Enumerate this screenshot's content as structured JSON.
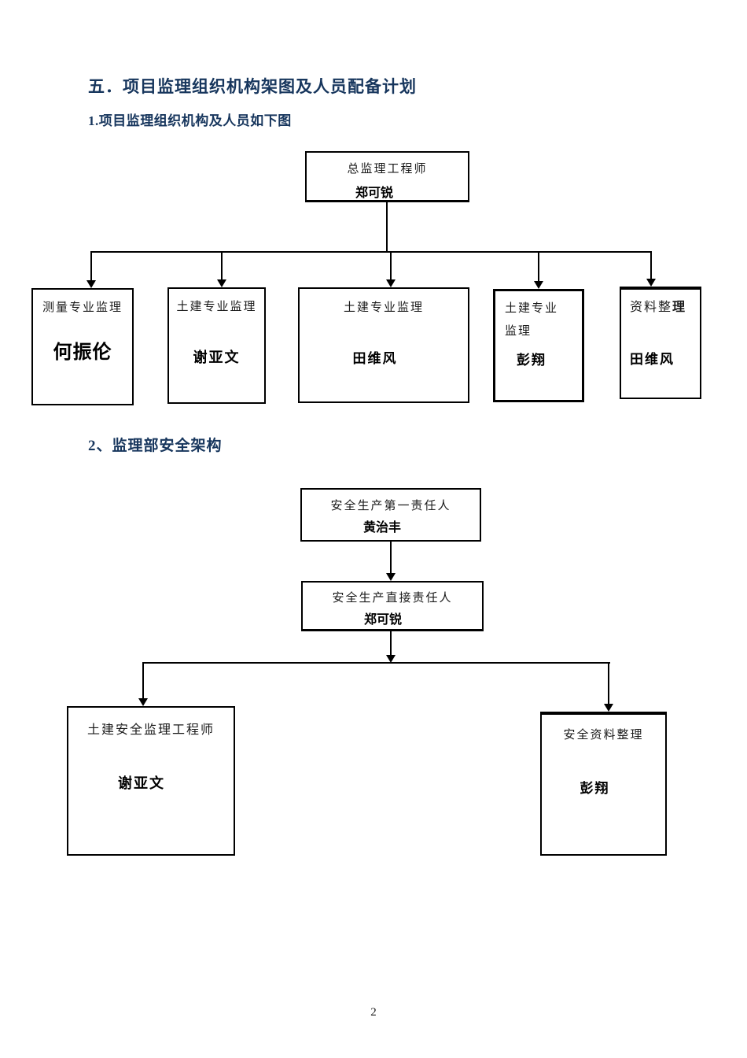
{
  "page": {
    "number": "2"
  },
  "headings": {
    "section_title": "五．项目监理组织机构架图及人员配备计划",
    "sub1": "1.项目监理组织机构及人员如下图",
    "sub2": "2、监理部安全架构"
  },
  "colors": {
    "heading_blue": "#17365D",
    "line_black": "#000000",
    "page_background": "#ffffff"
  },
  "org_chart": {
    "root": {
      "title": "总监理工程师",
      "name": "郑可锐"
    },
    "members": [
      {
        "title": "测量专业监理",
        "name": "何振伦"
      },
      {
        "title": "土建专业监理",
        "name": "谢亚文"
      },
      {
        "title": "土建专业监理",
        "name": "田维风"
      },
      {
        "title": "土建专业监理",
        "name": "彭翔"
      },
      {
        "title_regular": "资料整",
        "title_bold": "理",
        "name": "田维风"
      }
    ]
  },
  "safety_chart": {
    "level1": {
      "title": "安全生产第一责任人",
      "name": "黄治丰"
    },
    "level2": {
      "title": "安全生产直接责任人",
      "name": "郑可锐"
    },
    "leaves": [
      {
        "title": "土建安全监理工程师",
        "name": "谢亚文"
      },
      {
        "title": "安全资料整理",
        "name": "彭翔"
      }
    ]
  }
}
